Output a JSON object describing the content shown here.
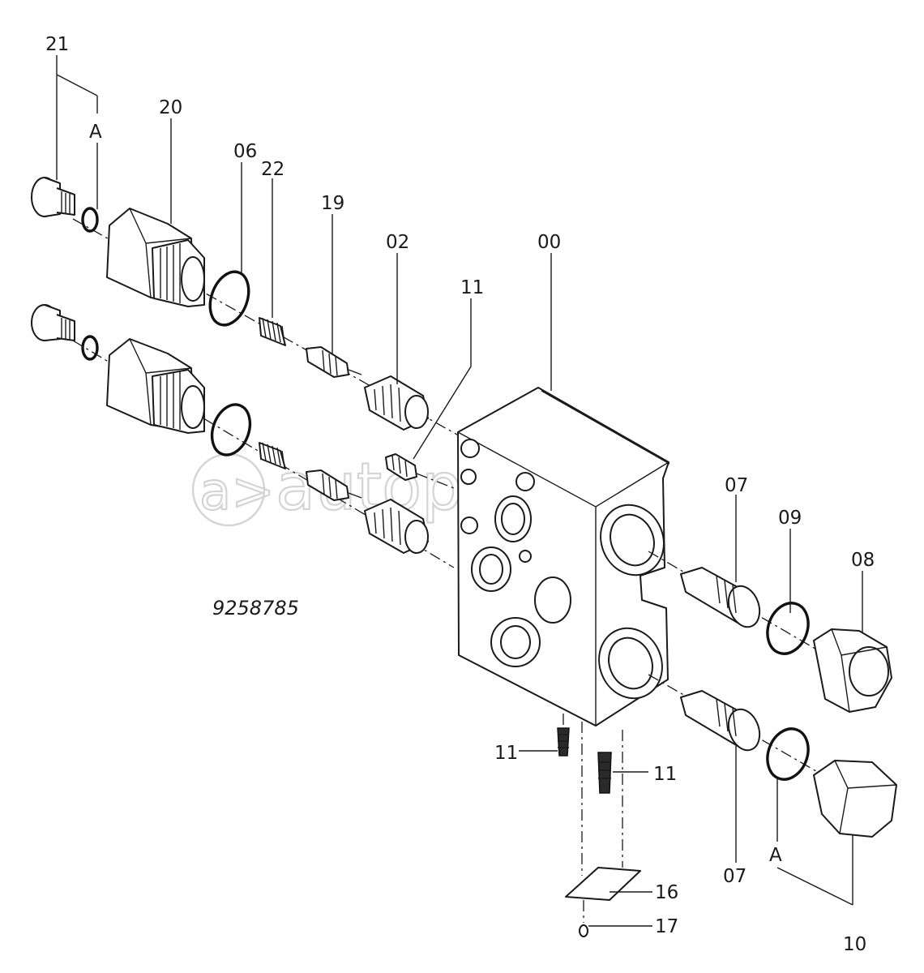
{
  "diagram": {
    "drawing_number": "9258785",
    "watermark": "autopiter.ru",
    "callouts": {
      "p21": "21",
      "pA_top": "A",
      "p20": "20",
      "p06": "06",
      "p22": "22",
      "p19": "19",
      "p02": "02",
      "p11_top": "11",
      "p00": "00",
      "p07_top": "07",
      "p09": "09",
      "p08": "08",
      "p11_left": "11",
      "p11_right": "11",
      "p07_bottom": "07",
      "pA_bottom": "A",
      "p16": "16",
      "p17": "17",
      "p10": "10"
    }
  }
}
